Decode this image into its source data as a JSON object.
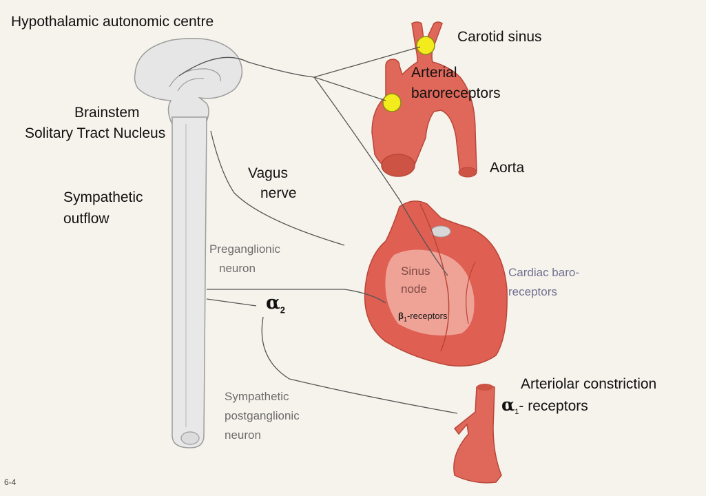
{
  "labels": {
    "hypothalamic": "Hypothalamic autonomic centre",
    "brainstem": "Brainstem",
    "solitary": "Solitary Tract Nucleus",
    "sympathetic_outflow_1": "Sympathetic",
    "sympathetic_outflow_2": "outflow",
    "vagus_1": "Vagus",
    "vagus_2": "nerve",
    "carotid_sinus": "Carotid sinus",
    "arterial_1": "Arterial",
    "arterial_2": "baroreceptors",
    "aorta": "Aorta",
    "preganglionic_1": "Preganglionic",
    "preganglionic_2": "neuron",
    "alpha2_symbol": "α",
    "alpha2_sub": "2",
    "sinus_1": "Sinus",
    "sinus_2": "node",
    "beta1_symbol": "β",
    "beta1_sub": "1",
    "beta1_text": "-receptors",
    "cardiac_1": "Cardiac baro-",
    "cardiac_2": "receptors",
    "arteriolar": "Arteriolar constriction",
    "alpha1_symbol": "α",
    "alpha1_sub": "1",
    "alpha1_text": "- receptors",
    "symp_post_1": "Sympathetic",
    "symp_post_2": "postganglionic",
    "symp_post_3": "neuron",
    "figure_number": "6-4"
  },
  "colors": {
    "background": "#f6f3ec",
    "vessel": "#e0685a",
    "vessel_dark": "#b84638",
    "heart": "#df5f52",
    "heart_light": "#f3b3a8",
    "brain": "#e6e6e6",
    "brain_outline": "#9c9c9c",
    "receptor": "#f2ec1c",
    "nerve": "#555555"
  },
  "icons": [
    "brain-shape",
    "spinal-cord-shape",
    "heart-shape",
    "aorta-shape",
    "arteriole-shape",
    "baroreceptor-dot"
  ]
}
